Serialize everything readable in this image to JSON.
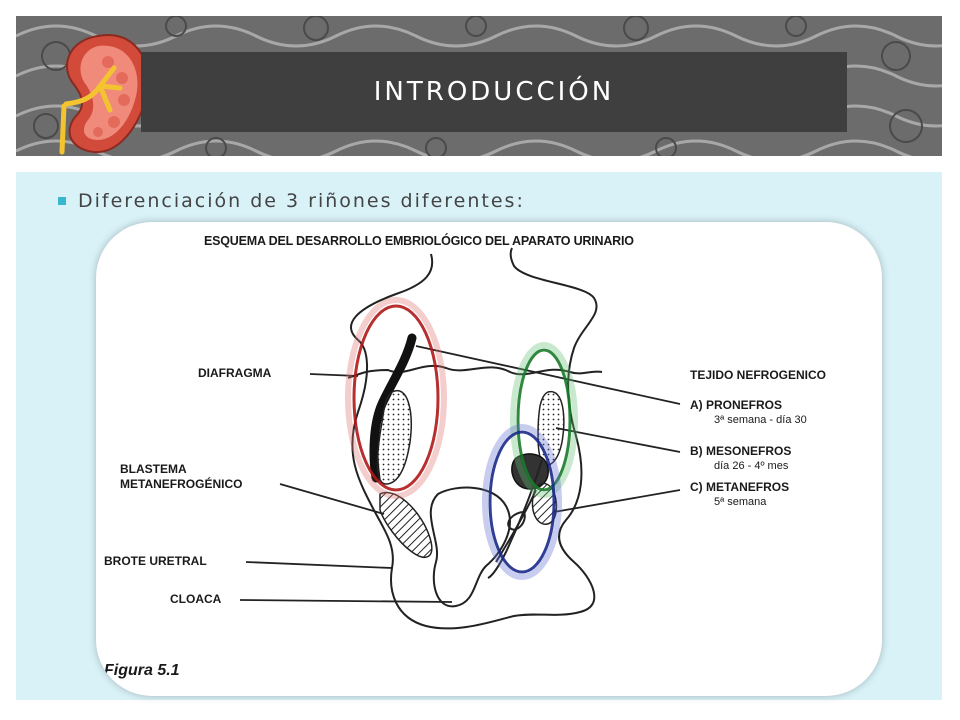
{
  "slide": {
    "title": "INTRODUCCIÓN",
    "bullet": "Diferenciación de 3 riñones diferentes:"
  },
  "diagram": {
    "heading": "ESQUEMA DEL DESARROLLO EMBRIOLÓGICO DEL APARATO URINARIO",
    "left_labels": {
      "diafragma": "DIAFRAGMA",
      "blastema_1": "BLASTEMA",
      "blastema_2": "METANEFROGÉNICO",
      "brote": "BROTE URETRAL",
      "cloaca": "CLOACA"
    },
    "right_labels": {
      "tejido": "TEJIDO NEFROGENICO",
      "a_title": "A) PRONEFROS",
      "a_sub": "3ª semana - día 30",
      "b_title": "B) MESONEFROS",
      "b_sub": "día 26 - 4º mes",
      "c_title": "C) METANEFROS",
      "c_sub": "5ª semana"
    },
    "caption": "Figura 5.1",
    "highlight_colors": {
      "pronefros": "#b01818",
      "mesonefros": "#1a7a2a",
      "metanefros": "#1a2a8a"
    }
  },
  "colors": {
    "accent": "#37b7d0",
    "title_bg": "#3f3f3f",
    "content_bg": "#d8f2f8"
  }
}
